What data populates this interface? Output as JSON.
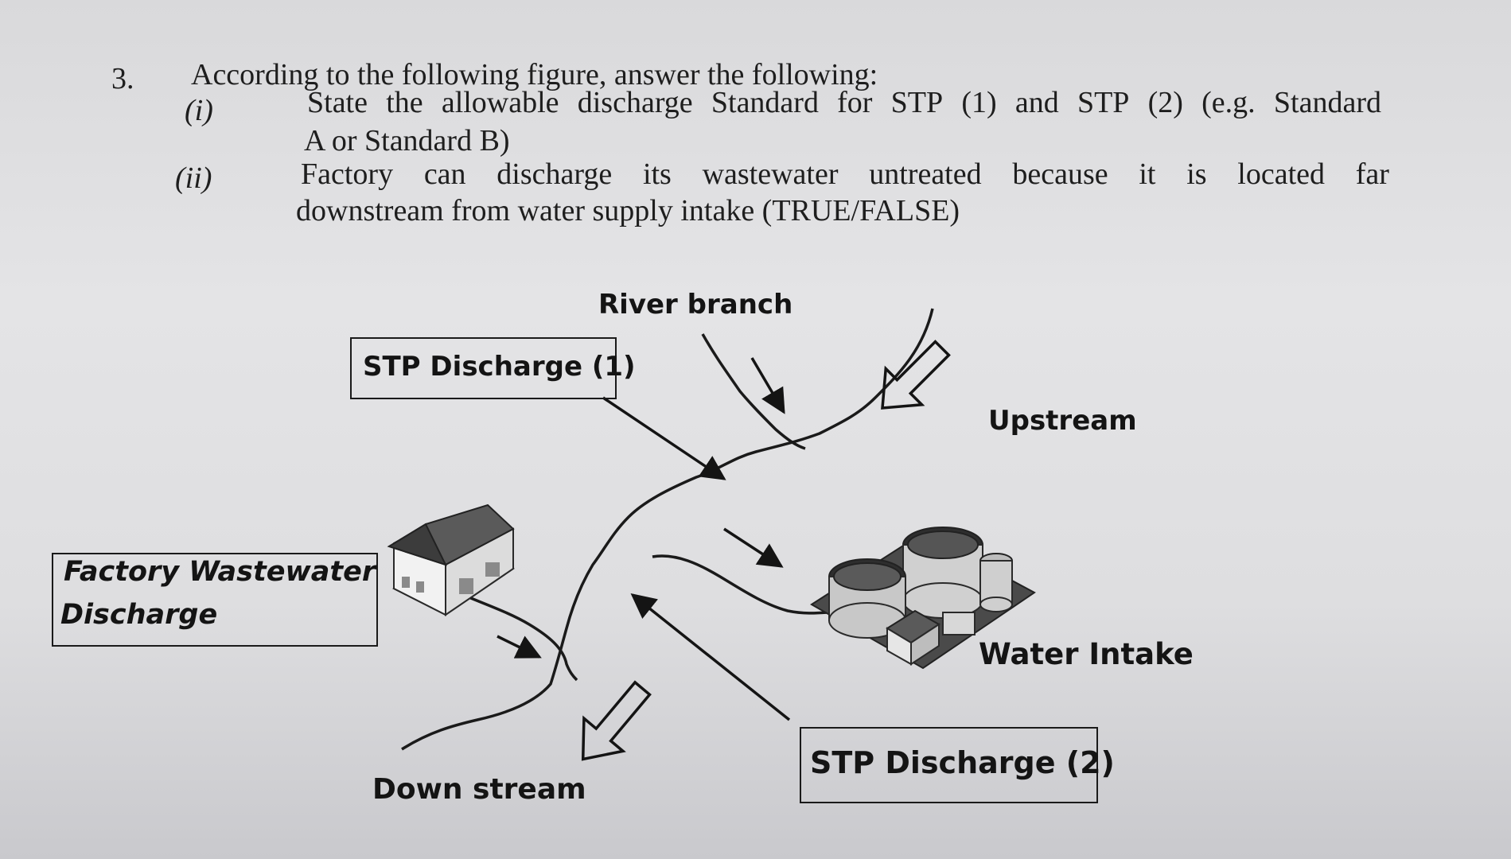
{
  "question": {
    "number": "3.",
    "intro": "According to the following figure, answer the following:",
    "parts": [
      {
        "label": "(i)",
        "line1_words": [
          "State",
          "the",
          "allowable",
          "discharge",
          "Standard",
          "for",
          "STP",
          "(1)",
          "and",
          "STP",
          "(2)",
          "(e.g.",
          "Standard"
        ],
        "line2": "A or Standard B)"
      },
      {
        "label": "(ii)",
        "line1_words": [
          "Factory",
          "can",
          "discharge",
          "its",
          "wastewater",
          "untreated",
          "because",
          "it",
          "is",
          "located",
          "far"
        ],
        "line2": "downstream from water supply intake (TRUE/FALSE)"
      }
    ]
  },
  "figure": {
    "labels": {
      "river_branch": "River branch",
      "stp_discharge_1": "STP Discharge (1)",
      "upstream": "Upstream",
      "factory_line1": "Factory Wastewater",
      "factory_line2": "Discharge",
      "water_intake": "Water Intake",
      "stp_discharge_2": "STP Discharge (2)",
      "down_stream": "Down stream"
    },
    "icons": [
      "factory-building-icon",
      "water-treatment-plant-icon",
      "flow-direction-arrow-icon"
    ]
  }
}
